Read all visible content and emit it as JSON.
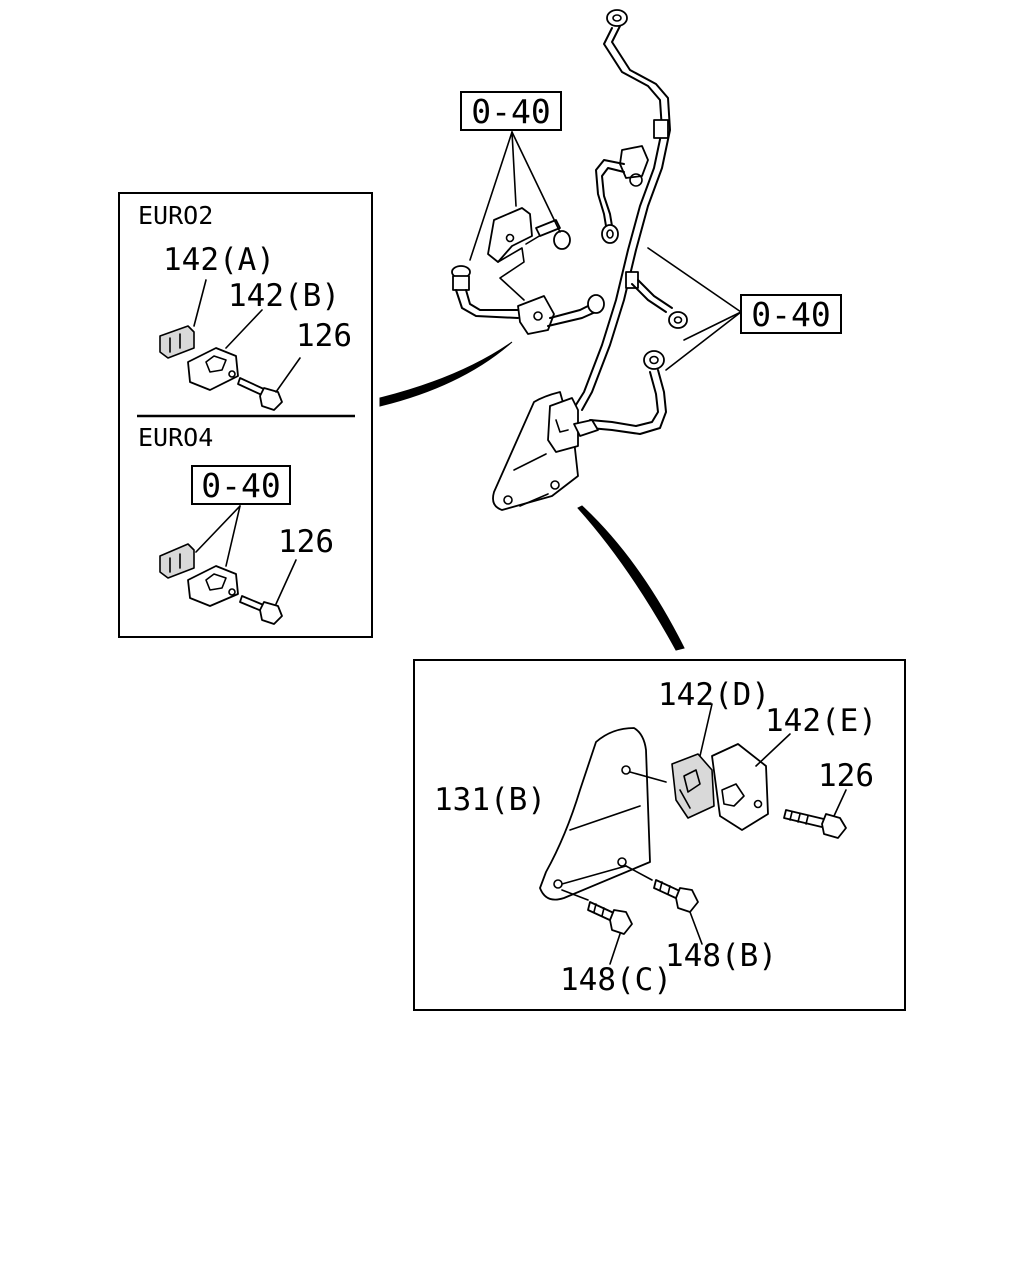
{
  "inset_top": {
    "section_label": "EURO2",
    "callouts": {
      "clip_a": "142(A)",
      "clip_b": "142(B)",
      "bolt": "126"
    }
  },
  "inset_middle": {
    "section_label": "EURO4",
    "callouts": {
      "ref_box": "0-40",
      "bolt": "126"
    }
  },
  "main": {
    "callouts": {
      "ref_box_top": "0-40",
      "ref_box_right": "0-40"
    }
  },
  "inset_bottom": {
    "callouts": {
      "clip_d": "142(D)",
      "clip_e": "142(E)",
      "bolt": "126",
      "bracket": "131(B)",
      "bolt_b": "148(B)",
      "bolt_c": "148(C)"
    }
  }
}
